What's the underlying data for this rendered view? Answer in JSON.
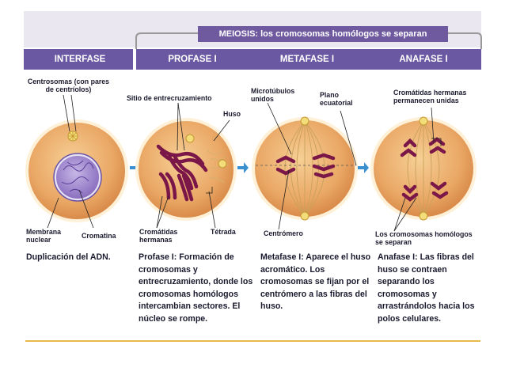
{
  "header": {
    "meiosis_label": "MEIOSIS: los cromosomas homólogos se separan",
    "phases": [
      "INTERFASE",
      "PROFASE I",
      "METAFASE I",
      "ANAFASE I"
    ]
  },
  "labels": {
    "centrosomas": "Centrosomas (con pares de centríolos)",
    "sitio": "Sitio de entrecruzamiento",
    "huso": "Huso",
    "microtubulos": "Microtúbulos unidos",
    "plano": "Plano ecuatorial",
    "cromatidas_unidas": "Cromátidas hermanas permanecen unidas",
    "membrana": "Membrana nuclear",
    "cromatina": "Cromatina",
    "cromatidas_hermanas": "Cromátidas hermanas",
    "tetrada": "Tétrada",
    "centromero": "Centrómero",
    "homologos_separan": "Los cromosomas homólogos se separan"
  },
  "descriptions": {
    "interfase": "Duplicación del ADN.",
    "profase": "Profase I: Formación de cromosomas y entrecruzamiento, donde los cromosomas homólogos intercambian sectores. El núcleo se rompe.",
    "metafase": "Metafase I: Aparece el huso acromático. Los cromosomas se fijan por el centrómero a las fibras del huso.",
    "anafase": "Anafase I: Las fibras del huso se contraen separando los cromosomas y arrastrándolos hacia los polos celulares."
  },
  "colors": {
    "phase_bar": "#6a58a3",
    "meiosis_bar": "#6f5aa0",
    "cell_fill": "#e9a866",
    "chromosome": "#7a1748",
    "arrow": "#3a8fd1",
    "bottom_rule": "#e6b94a"
  }
}
